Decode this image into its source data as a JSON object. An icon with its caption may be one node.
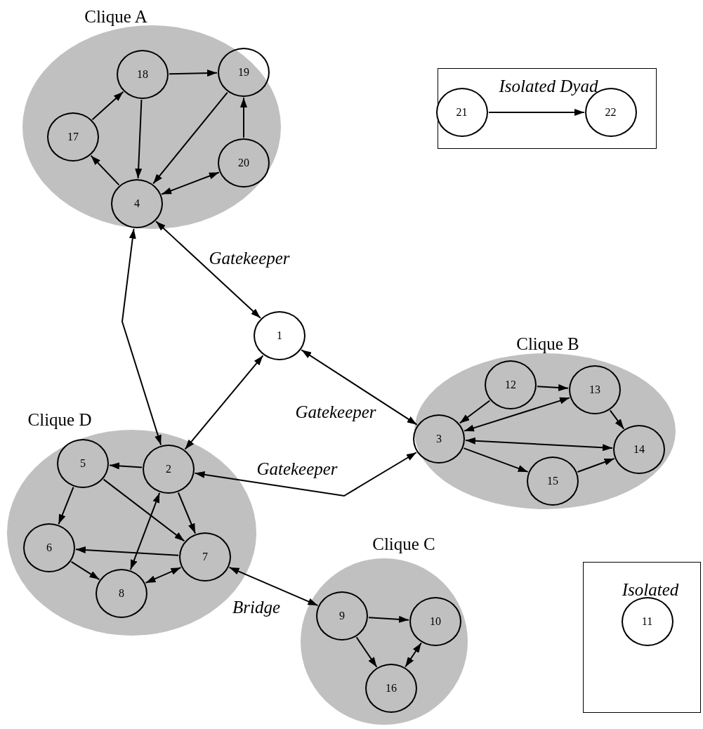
{
  "diagram": {
    "nodes": [
      {
        "text": [
          "Clique A"
        ]
      },
      {
        "text": [
          "Clique D"
        ]
      },
      {
        "text": [
          "Clique B"
        ]
      },
      {
        "text": [
          "Clique C"
        ]
      },
      {
        "text": [
          "Isolated Dyad"
        ]
      },
      {
        "text": [
          "Isolated"
        ]
      },
      {
        "text": [
          "1"
        ]
      },
      {
        "text": [
          "2"
        ],
        "in": 1
      },
      {
        "text": [
          "3"
        ],
        "in": 2
      },
      {
        "text": [
          "4"
        ],
        "in": 0
      },
      {
        "text": [
          "5"
        ],
        "in": 1
      },
      {
        "text": [
          "6"
        ],
        "in": 1
      },
      {
        "text": [
          "7"
        ],
        "in": 1
      },
      {
        "text": [
          "8"
        ],
        "in": 1
      },
      {
        "text": [
          "9"
        ],
        "in": 3
      },
      {
        "text": [
          "10"
        ],
        "in": 3
      },
      {
        "text": [
          "11"
        ],
        "in": 5
      },
      {
        "text": [
          "12"
        ],
        "in": 2
      },
      {
        "text": [
          "13"
        ],
        "in": 2
      },
      {
        "text": [
          "14"
        ],
        "in": 2
      },
      {
        "text": [
          "15"
        ],
        "in": 2
      },
      {
        "text": [
          "16"
        ],
        "in": 3
      },
      {
        "text": [
          "17"
        ],
        "in": 0
      },
      {
        "text": [
          "18"
        ],
        "in": 0
      },
      {
        "text": [
          "19"
        ],
        "in": 0
      },
      {
        "text": [
          "20"
        ],
        "in": 0
      },
      {
        "text": [
          "21"
        ],
        "in": 4
      },
      {
        "text": [
          "22"
        ],
        "in": 4
      }
    ],
    "edges": [
      {
        "from": 22,
        "to": 23,
        "arrow": "to"
      },
      {
        "from": 23,
        "to": 24,
        "arrow": "to"
      },
      {
        "from": 23,
        "to": 9,
        "arrow": "to"
      },
      {
        "from": 24,
        "to": 9,
        "arrow": "to"
      },
      {
        "from": 25,
        "to": 24,
        "arrow": "to"
      },
      {
        "from": 9,
        "to": 22,
        "arrow": "to"
      },
      {
        "from": 9,
        "to": 25,
        "arrow": "both"
      },
      {
        "from": 9,
        "to": 6,
        "arrow": "both",
        "label": "Gatekeeper"
      },
      {
        "from": 7,
        "to": 9,
        "arrow": "both"
      },
      {
        "from": 6,
        "to": 7,
        "arrow": "both"
      },
      {
        "from": 6,
        "to": 8,
        "arrow": "both",
        "label": "Gatekeeper"
      },
      {
        "from": 7,
        "to": 8,
        "arrow": "both",
        "label": "Gatekeeper"
      },
      {
        "from": 7,
        "to": 10,
        "arrow": "to"
      },
      {
        "from": 10,
        "to": 11,
        "arrow": "to"
      },
      {
        "from": 10,
        "to": 12,
        "arrow": "to"
      },
      {
        "from": 7,
        "to": 12,
        "arrow": "to"
      },
      {
        "from": 7,
        "to": 13,
        "arrow": "both"
      },
      {
        "from": 12,
        "to": 11,
        "arrow": "to"
      },
      {
        "from": 11,
        "to": 13,
        "arrow": "to"
      },
      {
        "from": 13,
        "to": 12,
        "arrow": "both"
      },
      {
        "from": 12,
        "to": 14,
        "arrow": "both",
        "label": "Bridge"
      },
      {
        "from": 17,
        "to": 8,
        "arrow": "to"
      },
      {
        "from": 17,
        "to": 18,
        "arrow": "to"
      },
      {
        "from": 8,
        "to": 18,
        "arrow": "both"
      },
      {
        "from": 8,
        "to": 19,
        "arrow": "both"
      },
      {
        "from": 18,
        "to": 19,
        "arrow": "to"
      },
      {
        "from": 8,
        "to": 20,
        "arrow": "to"
      },
      {
        "from": 20,
        "to": 19,
        "arrow": "to"
      },
      {
        "from": 14,
        "to": 15,
        "arrow": "to"
      },
      {
        "from": 14,
        "to": 21,
        "arrow": "to"
      },
      {
        "from": 21,
        "to": 15,
        "arrow": "both"
      },
      {
        "from": 26,
        "to": 27,
        "arrow": "to"
      }
    ]
  }
}
